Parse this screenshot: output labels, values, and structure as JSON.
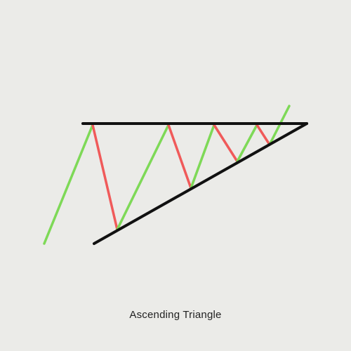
{
  "caption": "Ascending Triangle",
  "colors": {
    "background": "#ebebe8",
    "up_leg": "#7ed957",
    "down_leg": "#f05a5a",
    "trendline": "#111111"
  },
  "legs": [
    {
      "direction": "up"
    },
    {
      "direction": "down"
    },
    {
      "direction": "up"
    },
    {
      "direction": "down"
    },
    {
      "direction": "up"
    },
    {
      "direction": "down"
    },
    {
      "direction": "up"
    },
    {
      "direction": "down"
    },
    {
      "direction": "up"
    }
  ],
  "lines": [
    {
      "name": "resistance-line"
    },
    {
      "name": "support-line"
    }
  ]
}
